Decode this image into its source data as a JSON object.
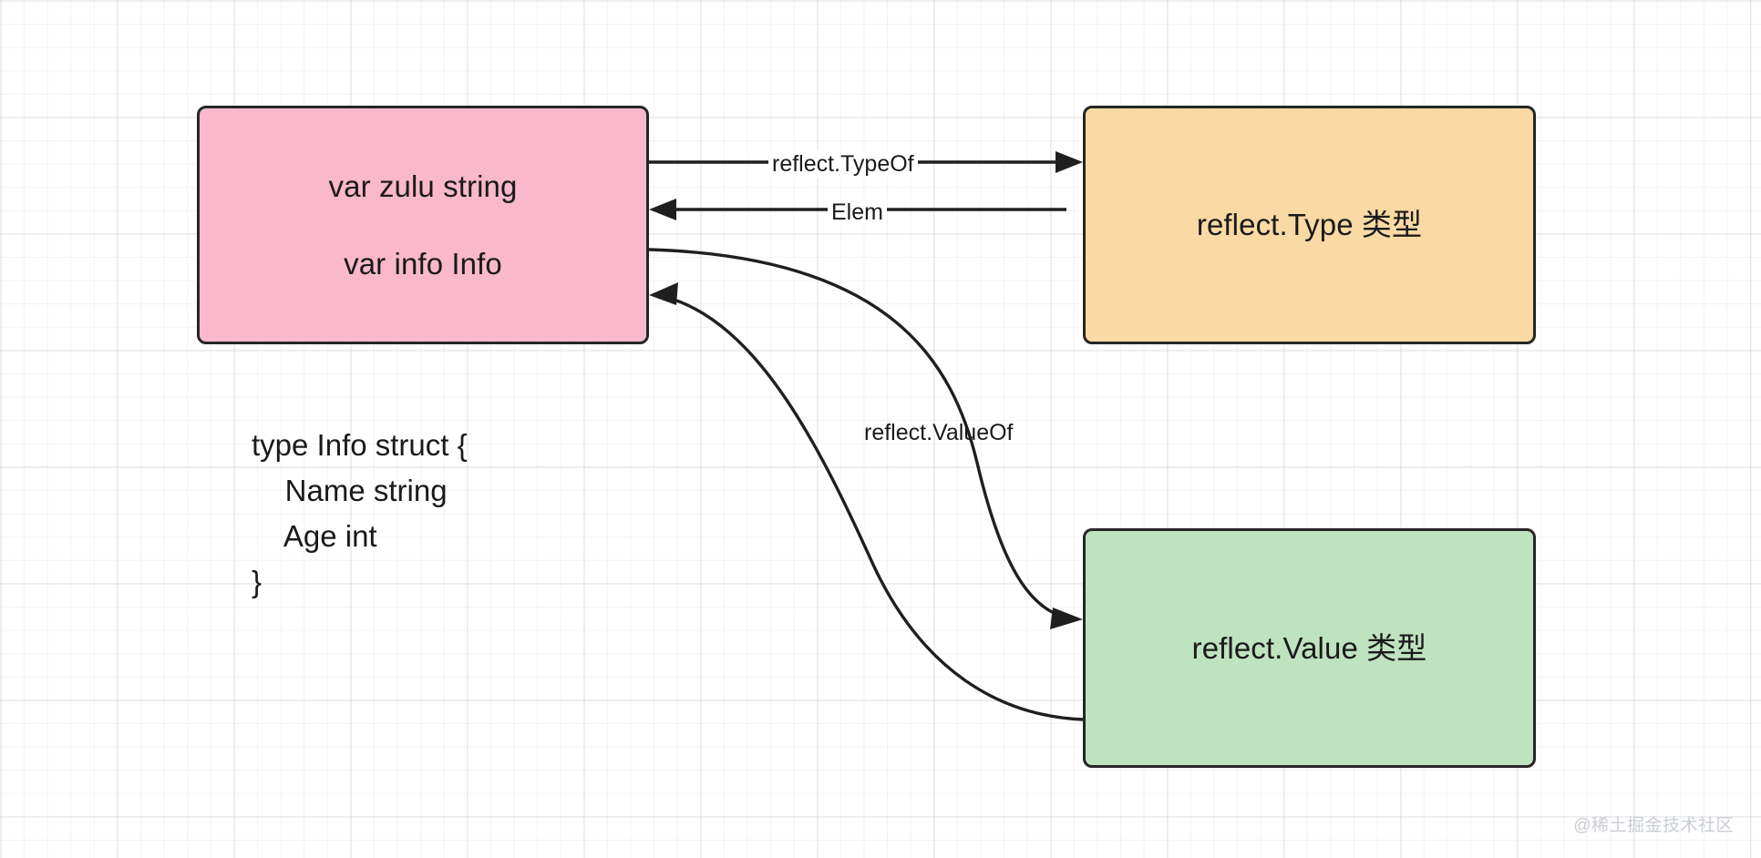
{
  "diagram": {
    "title": "Go reflect relationship diagram",
    "background": "#ffffff",
    "grid_color": "#e8e8e8",
    "stroke_color": "#1f1f1f"
  },
  "nodes": [
    {
      "id": "var-declarations",
      "label_line1": "var zulu string",
      "label_line2": "var info Info",
      "color": "#f9b8cb"
    },
    {
      "id": "reflect-type",
      "label": "reflect.Type 类型",
      "color": "#fadaa4"
    },
    {
      "id": "reflect-value",
      "label": "reflect.Value 类型",
      "color": "#bfe3bf"
    }
  ],
  "code": {
    "text": "type Info struct {\n    Name string\n    Age int\n}"
  },
  "edges": [
    {
      "id": "typeof",
      "label": "reflect.TypeOf",
      "from": "var-declarations",
      "to": "reflect-type",
      "direction": "right"
    },
    {
      "id": "elem",
      "label": "Elem",
      "from": "reflect-type",
      "to": "var-declarations",
      "direction": "left"
    },
    {
      "id": "valueof",
      "label": "reflect.ValueOf",
      "from": "var-declarations",
      "to": "reflect-value",
      "direction": "both"
    }
  ],
  "watermark": {
    "text": "@稀土掘金技术社区"
  }
}
